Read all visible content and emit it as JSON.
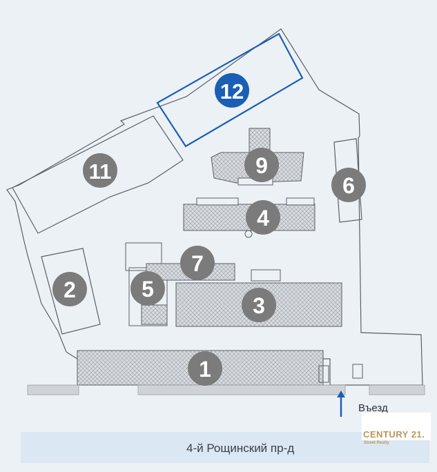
{
  "map": {
    "street_name": "4-й Рощинский пр-д",
    "entrance_label": "Въезд",
    "highlighted_building": "12",
    "buildings": [
      "1",
      "2",
      "3",
      "4",
      "5",
      "6",
      "7",
      "9",
      "11",
      "12"
    ]
  },
  "logo": {
    "brand": "CENTURY 21.",
    "sub": "Street Realty"
  },
  "colors": {
    "background": "#ecf1f6",
    "outline": "#5a5f66",
    "marker_gray": "#7b7b7b",
    "highlight_blue": "#1a5fb4",
    "brand_gold": "#b8975a",
    "street_bar": "#dbe7f2"
  }
}
